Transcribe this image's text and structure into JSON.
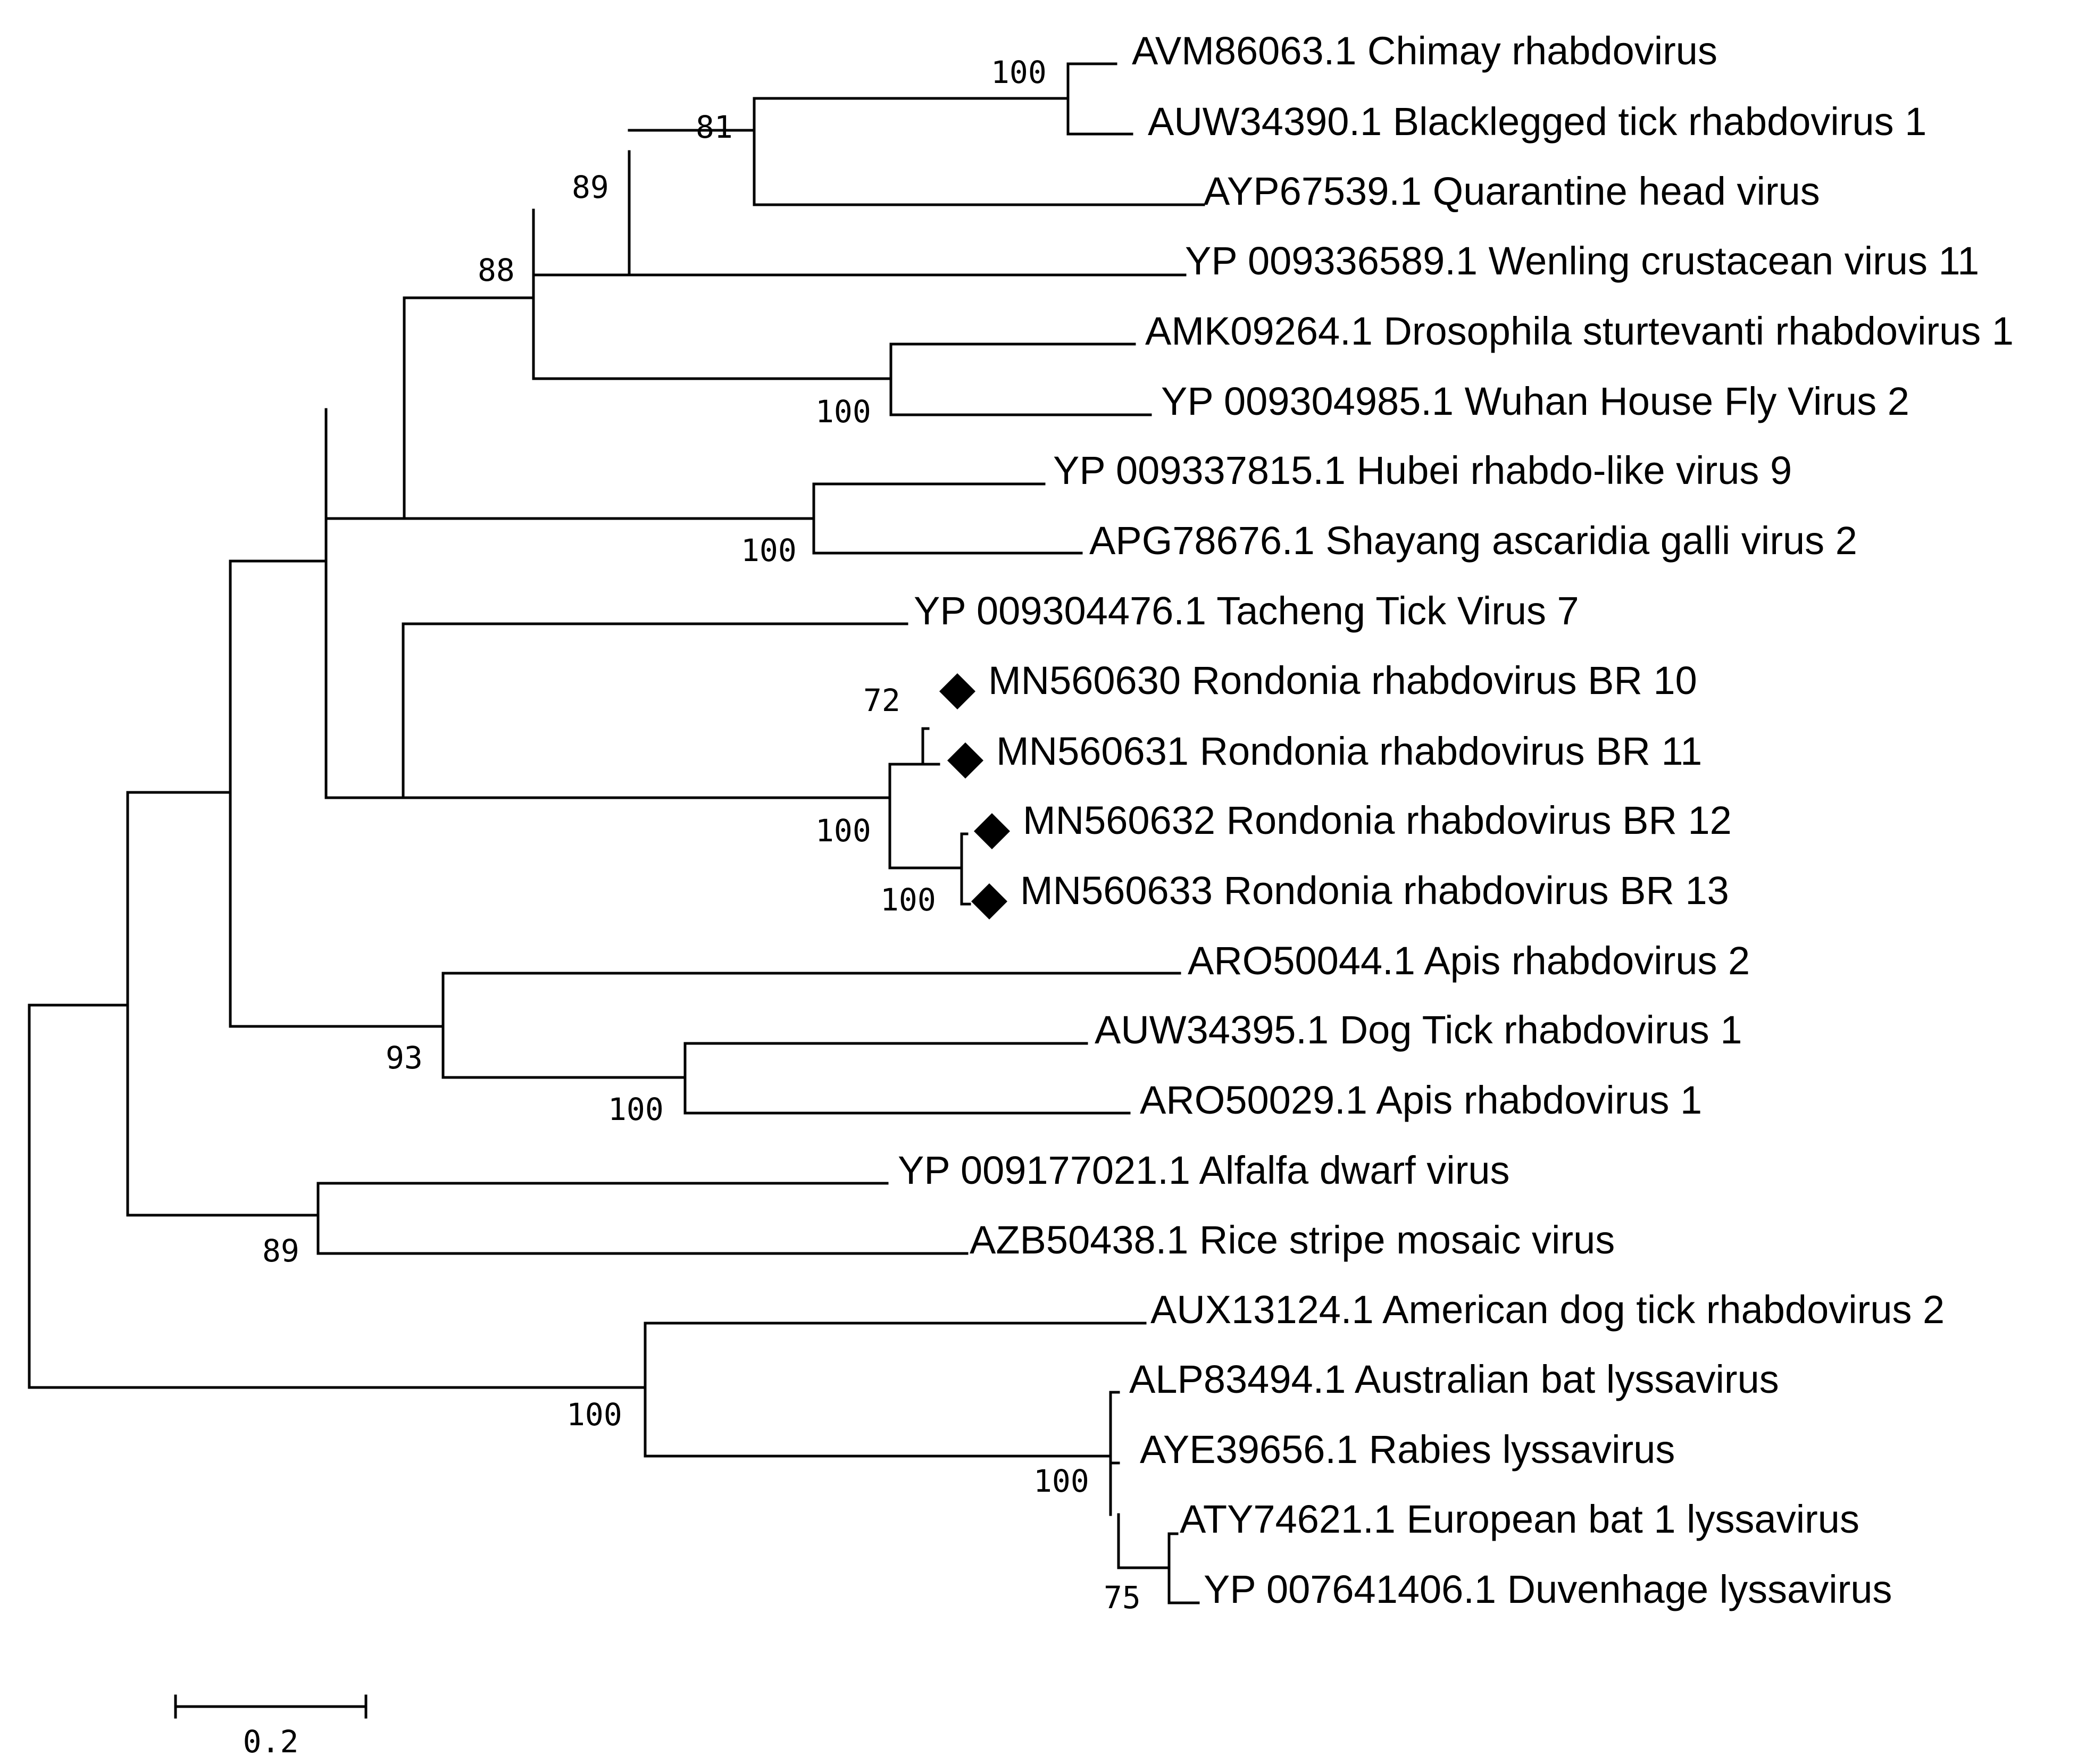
{
  "figure": {
    "type": "phylogenetic-tree",
    "line_color": "#000000",
    "marker_color": "#000000",
    "highlight_marker_icon": "diamond-icon"
  },
  "taxa": [
    {
      "label": "AVM86063.1 Chimay rhabdovirus",
      "highlighted": false
    },
    {
      "label": "AUW34390.1 Blacklegged tick rhabdovirus 1",
      "highlighted": false
    },
    {
      "label": "AYP67539.1 Quarantine head virus",
      "highlighted": false
    },
    {
      "label": "YP 009336589.1 Wenling crustacean virus 11",
      "highlighted": false
    },
    {
      "label": "AMK09264.1 Drosophila sturtevanti rhabdovirus 1",
      "highlighted": false
    },
    {
      "label": "YP 009304985.1 Wuhan House Fly Virus 2",
      "highlighted": false
    },
    {
      "label": "YP 009337815.1 Hubei rhabdo-like virus 9",
      "highlighted": false
    },
    {
      "label": "APG78676.1 Shayang ascaridia galli virus 2",
      "highlighted": false
    },
    {
      "label": "YP 009304476.1 Tacheng Tick Virus 7",
      "highlighted": false
    },
    {
      "label": "MN560630 Rondonia rhabdovirus BR 10",
      "highlighted": true
    },
    {
      "label": "MN560631 Rondonia rhabdovirus BR 11",
      "highlighted": true
    },
    {
      "label": "MN560632 Rondonia rhabdovirus BR 12",
      "highlighted": true
    },
    {
      "label": "MN560633 Rondonia rhabdovirus BR 13",
      "highlighted": true
    },
    {
      "label": "ARO50044.1 Apis rhabdovirus 2",
      "highlighted": false
    },
    {
      "label": "AUW34395.1 Dog Tick rhabdovirus 1",
      "highlighted": false
    },
    {
      "label": "ARO50029.1 Apis rhabdovirus 1",
      "highlighted": false
    },
    {
      "label": "YP 009177021.1 Alfalfa dwarf virus",
      "highlighted": false
    },
    {
      "label": "AZB50438.1 Rice stripe mosaic virus",
      "highlighted": false
    },
    {
      "label": "AUX13124.1 American dog tick rhabdovirus 2",
      "highlighted": false
    },
    {
      "label": "ALP83494.1 Australian bat lyssavirus",
      "highlighted": false
    },
    {
      "label": "AYE39656.1 Rabies lyssavirus",
      "highlighted": false
    },
    {
      "label": "ATY74621.1 European bat 1 lyssavirus",
      "highlighted": false
    },
    {
      "label": "YP 007641406.1 Duvenhage lyssavirus",
      "highlighted": false
    }
  ],
  "bootstrap_values": [
    "100",
    "81",
    "89",
    "88",
    "100",
    "100",
    "72",
    "100",
    "100",
    "93",
    "100",
    "89",
    "100",
    "100",
    "75"
  ],
  "scale_bar": {
    "label": "0.2"
  }
}
